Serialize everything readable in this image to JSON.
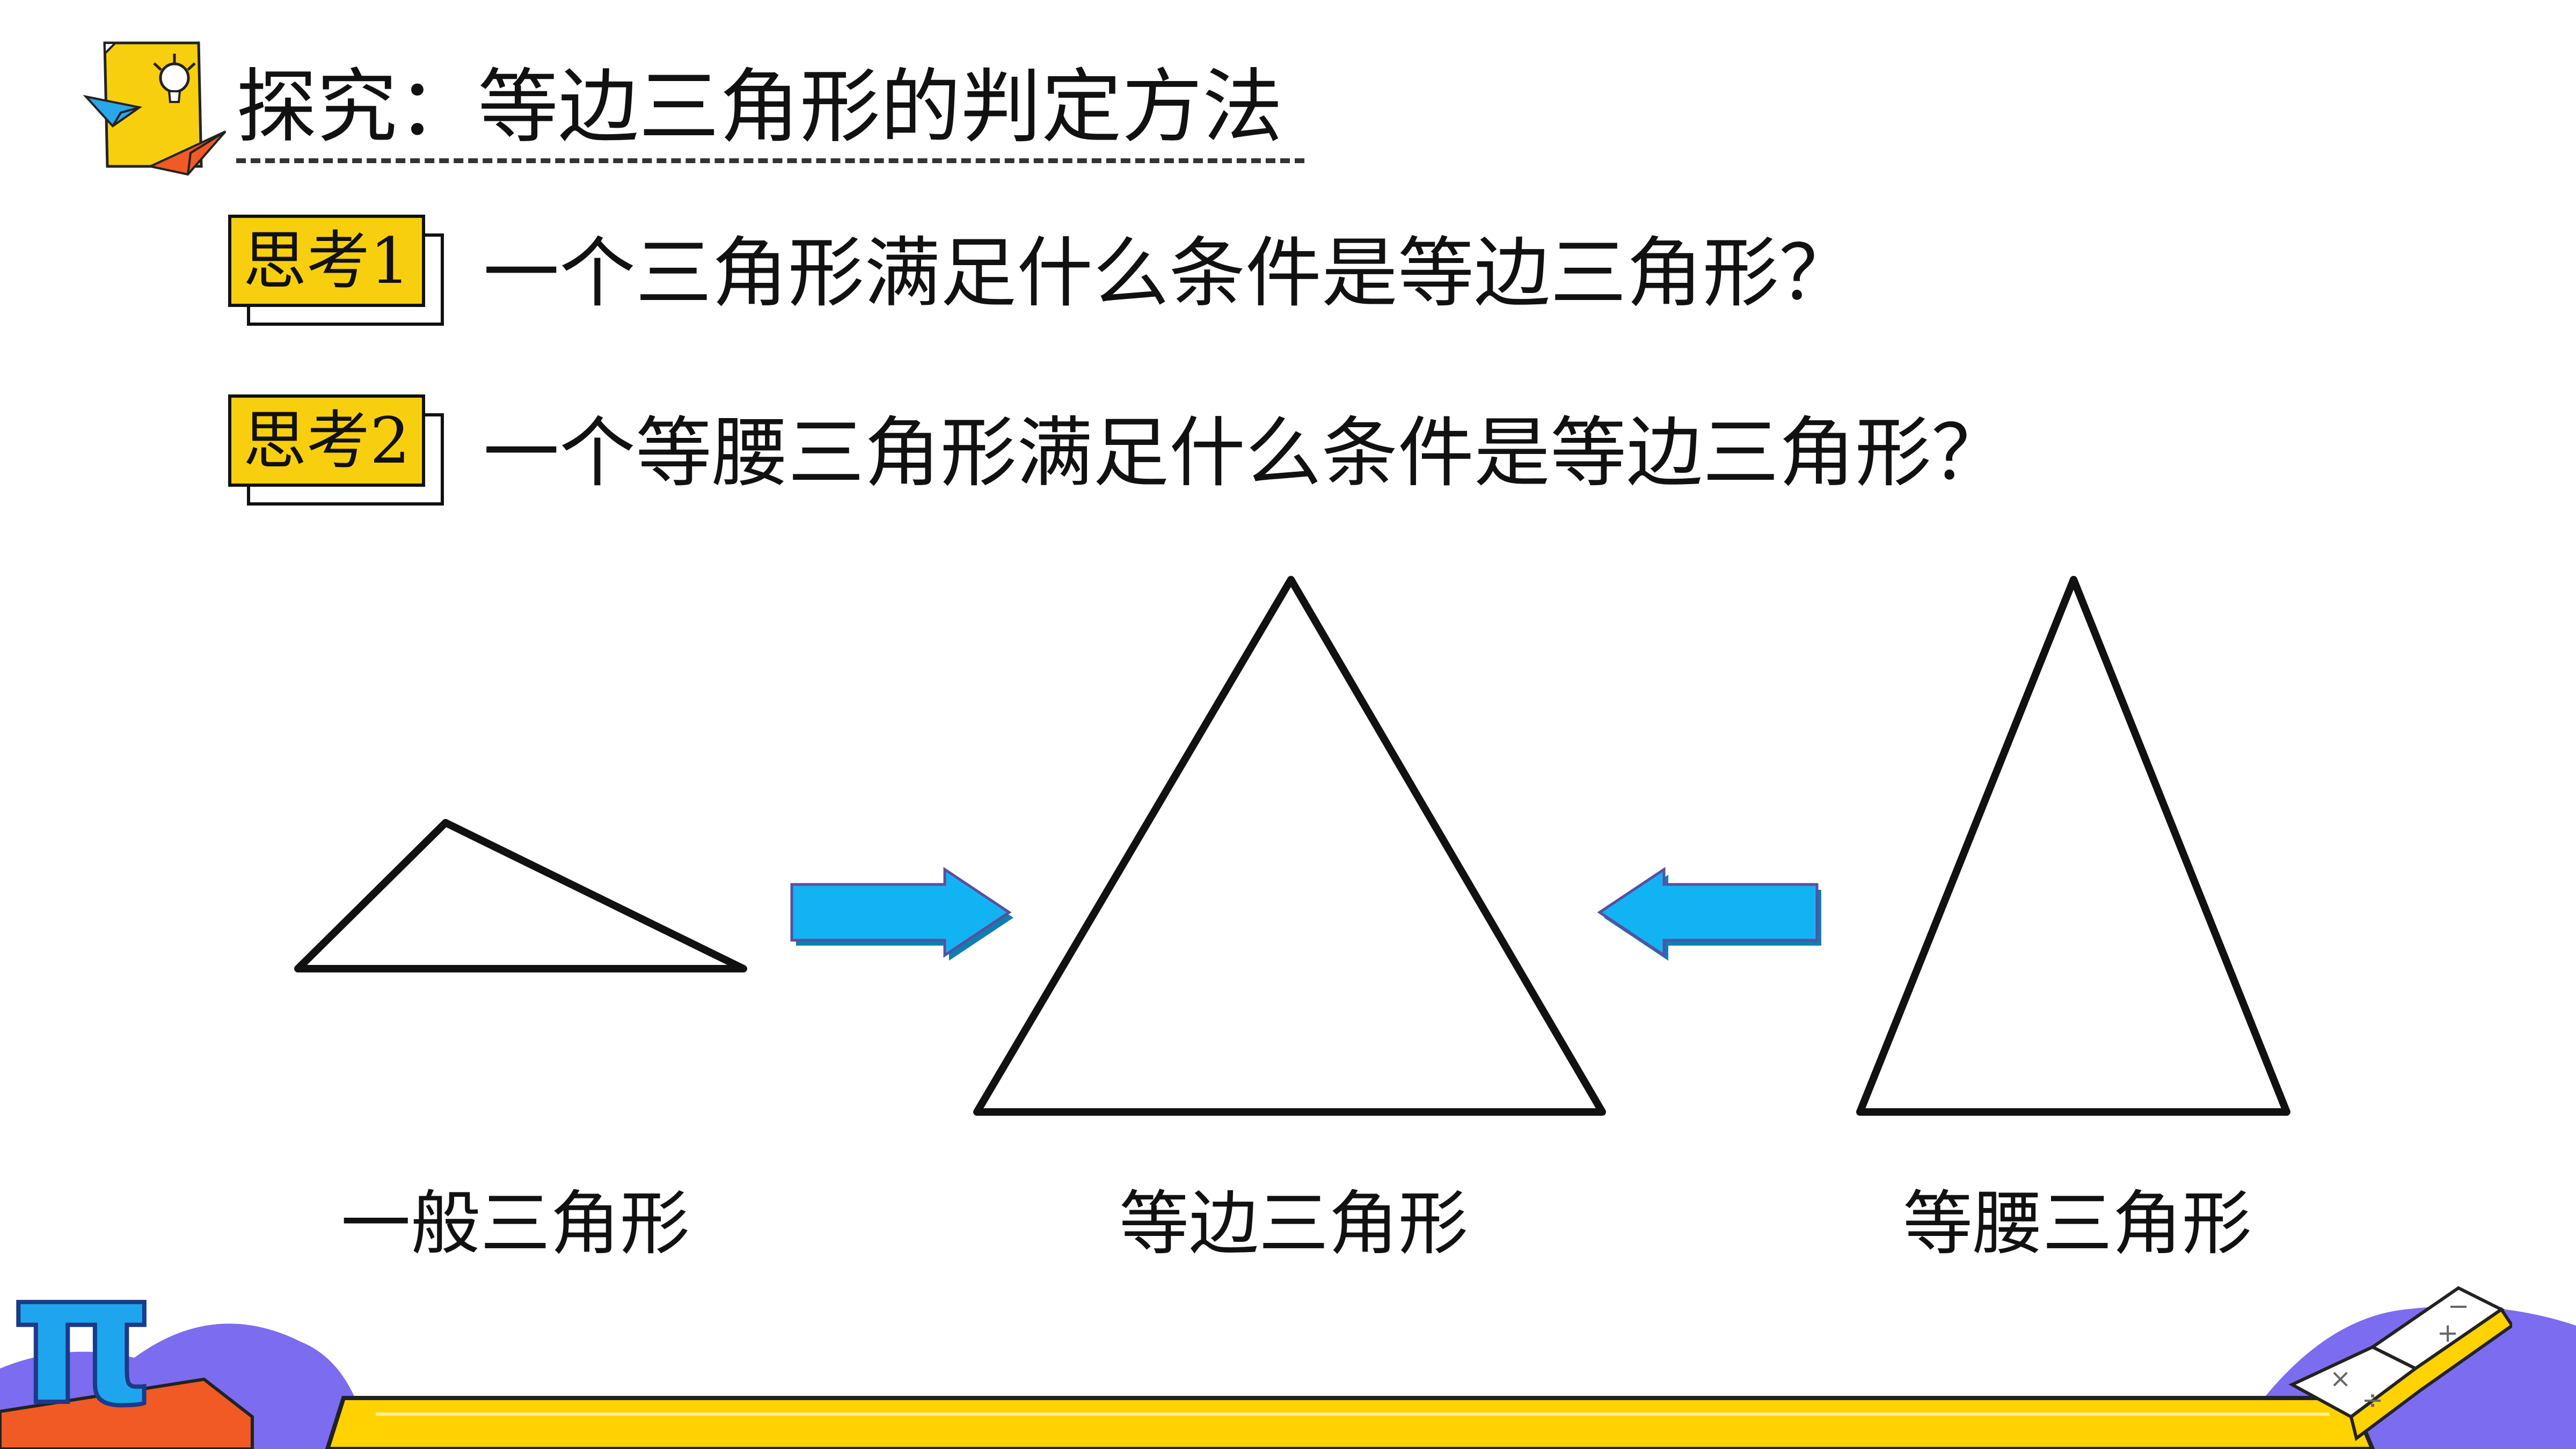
{
  "header": {
    "title": "探究：等边三角形的判定方法"
  },
  "thinking": [
    {
      "badge": "思考1",
      "question": "一个三角形满足什么条件是等边三角形？"
    },
    {
      "badge": "思考2",
      "question": "一个等腰三角形满足什么条件是等边三角形？"
    }
  ],
  "figures": {
    "general": "一般三角形",
    "equilateral": "等边三角形",
    "isosceles": "等腰三角形"
  },
  "decor": {
    "pi_symbol": "π",
    "book_symbols": [
      "×",
      "÷",
      "+",
      "−"
    ]
  },
  "colors": {
    "badge_yellow": "#f8cf0f",
    "arrow_blue": "#12b3f3",
    "accent_orange": "#f15a24",
    "purple": "#7b6cf0"
  }
}
